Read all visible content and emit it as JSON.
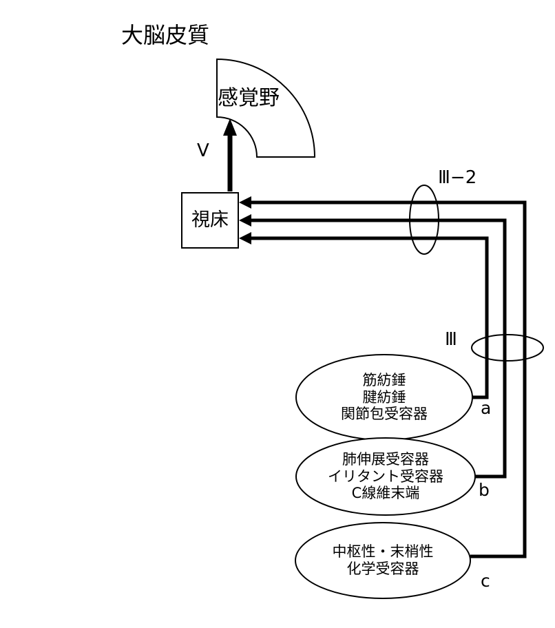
{
  "labels": {
    "cortex_title": "大脳皮質",
    "sensory_area": "感覚野",
    "thalamus": "視床",
    "pathway_v": "V",
    "pathway_iii2": "Ⅲ−2",
    "pathway_iii": "Ⅲ"
  },
  "receptors": {
    "a": {
      "tag": "a",
      "lines": [
        "筋紡錘",
        "腱紡錘",
        "関節包受容器"
      ]
    },
    "b": {
      "tag": "b",
      "lines": [
        "肺伸展受容器",
        "イリタント受容器",
        "C線維末端"
      ]
    },
    "c": {
      "tag": "c",
      "lines": [
        "中枢性・末梢性",
        "化学受容器"
      ]
    }
  },
  "colors": {
    "line": "#000000",
    "background": "#ffffff"
  }
}
